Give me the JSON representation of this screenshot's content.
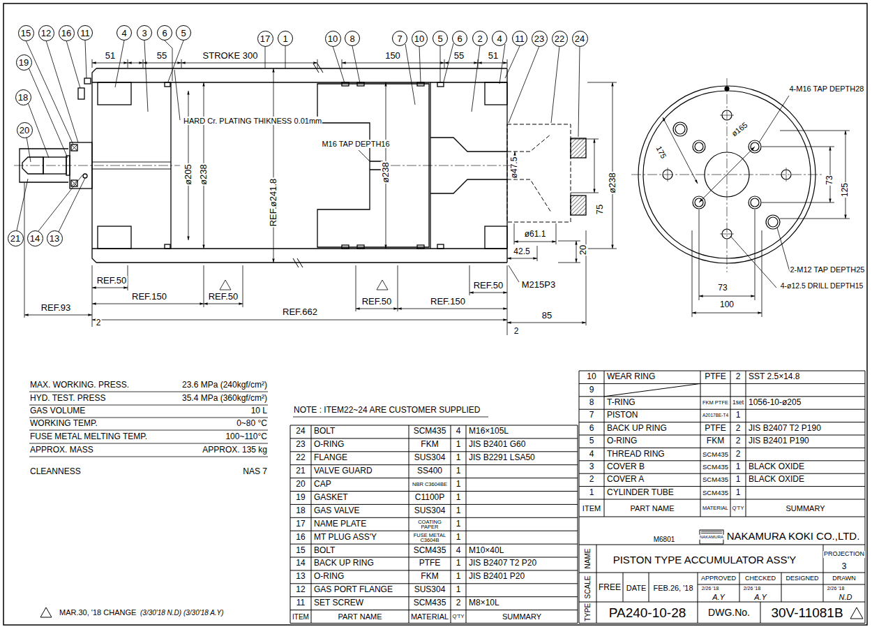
{
  "diagram": {
    "nodes": [
      {
        "text": [
          "15"
        ]
      },
      {
        "text": [
          "12"
        ]
      },
      {
        "text": [
          "16"
        ]
      },
      {
        "text": [
          "11"
        ]
      },
      {
        "text": [
          "4"
        ]
      },
      {
        "text": [
          "3"
        ]
      },
      {
        "text": [
          "6"
        ]
      },
      {
        "text": [
          "5"
        ]
      },
      {
        "text": [
          "17"
        ]
      },
      {
        "text": [
          "1"
        ]
      },
      {
        "text": [
          "10"
        ]
      },
      {
        "text": [
          "8"
        ]
      },
      {
        "text": [
          "7"
        ]
      },
      {
        "text": [
          "10"
        ]
      },
      {
        "text": [
          "5"
        ]
      },
      {
        "text": [
          "6"
        ]
      },
      {
        "text": [
          "2"
        ]
      },
      {
        "text": [
          "4"
        ]
      },
      {
        "text": [
          "11"
        ]
      },
      {
        "text": [
          "23"
        ]
      },
      {
        "text": [
          "22"
        ]
      },
      {
        "text": [
          "24"
        ]
      },
      {
        "text": [
          "19"
        ]
      },
      {
        "text": [
          "18"
        ]
      },
      {
        "text": [
          "20"
        ]
      },
      {
        "text": [
          "21"
        ]
      },
      {
        "text": [
          "14"
        ]
      },
      {
        "text": [
          "13"
        ]
      }
    ],
    "labels": [
      "51",
      "55",
      "STROKE 300",
      "150",
      "55",
      "51",
      "HARD Cr. PLATING THIKNESS 0.01mm",
      "ø205",
      "ø238",
      "REF.ø241.8",
      "M16 TAP DEPTH16",
      "ø238",
      "ø47.5",
      "75",
      "ø238",
      "ø61.1",
      "42.5",
      "20",
      "REF.50",
      "REF.150",
      "REF.50",
      "REF.50",
      "REF.150",
      "REF.50",
      "M215P3",
      "REF.93",
      "REF.662",
      "85",
      "2",
      "2",
      "4-M16 TAP DEPTH28",
      "ø165",
      "175",
      "73",
      "125",
      "2-M12 TAP DEPTH25",
      "4-ø12.5 DRILL DEPTH15",
      "73",
      "100",
      "MAR.30, '18 CHANGE",
      "(3/30'18 N.D) (3/30'18 A.Y)",
      "MAX. WORKING. PRESS.",
      "23.6 MPa (240kgf/cm²)",
      "HYD. TEST. PRESS",
      "35.4 MPa (360kgf/cm²)",
      "GAS VOLUME",
      "10 L",
      "WORKING TEMP.",
      "0~80 °C",
      "FUSE METAL MELTING TEMP.",
      "100~110°C",
      "APPROX. MASS",
      "APPROX. 135 kg",
      "CLEANNESS",
      "NAS 7",
      "NOTE : ITEM22~24 ARE CUSTOMER SUPPLIED",
      "24",
      "BOLT",
      "SCM435",
      "4",
      "M16×105L",
      "23",
      "O-RING",
      "FKM",
      "1",
      "JIS B2401 G60",
      "22",
      "FLANGE",
      "SUS304",
      "1",
      "JIS B2291 LSA50",
      "21",
      "VALVE GUARD",
      "SS400",
      "1",
      "20",
      "CAP",
      "NBR C3604BE",
      "1",
      "19",
      "GASKET",
      "C1100P",
      "1",
      "18",
      "GAS VALVE",
      "SUS304",
      "1",
      "17",
      "NAME PLATE",
      "COATING PAPER",
      "1",
      "16",
      "MT PLUG ASS'Y",
      "FUSE METAL C3604B",
      "1",
      "15",
      "BOLT",
      "SCM435",
      "4",
      "M10×40L",
      "14",
      "BACK UP RING",
      "PTFE",
      "1",
      "JIS B2407 T2 P20",
      "13",
      "O-RING",
      "FKM",
      "1",
      "JIS B2401 P20",
      "12",
      "GAS PORT FLANGE",
      "SUS304",
      "1",
      "11",
      "SET SCREW",
      "SCM435",
      "2",
      "M8×10L",
      "ITEM",
      "PART NAME",
      "MATERIAL",
      "Q'TY",
      "SUMMARY",
      "10",
      "WEAR RING",
      "PTFE",
      "2",
      "SST 2.5×14.8",
      "9",
      "8",
      "T-RING",
      "FKM PTFE",
      "1set",
      "1056-10-ø205",
      "7",
      "PISTON",
      "A2017BE-T4",
      "1",
      "6",
      "BACK UP RING",
      "PTFE",
      "2",
      "JIS B2407 T2 P190",
      "5",
      "O-RING",
      "FKM",
      "2",
      "JIS B2401 P190",
      "4",
      "THREAD RING",
      "SCM435",
      "2",
      "3",
      "COVER B",
      "SCM435",
      "1",
      "BLACK OXIDE",
      "2",
      "COVER A",
      "SCM435",
      "1",
      "BLACK OXIDE",
      "1",
      "CYLINDER TUBE",
      "SCM435",
      "1",
      "ITEM",
      "PART NAME",
      "MATERIAL",
      "Q'TY",
      "SUMMARY",
      "M6801",
      "NAKAMURA",
      "NAKAMURA KOKI CO.,LTD.",
      "NAME",
      "PISTON TYPE ACCUMULATOR ASS'Y",
      "PROJECTION",
      "3",
      "SCALE",
      "FREE",
      "DATE",
      "FEB.26, '18",
      "APPROVED",
      "CHECKED",
      "DESIGNED",
      "DRAWN",
      "2/26 '18",
      "A.Y",
      "2/26 '18",
      "A.Y",
      "2/26 '18",
      "N.D",
      "TYPE",
      "PA240-10-28",
      "DWG.No.",
      "30V-11081B"
    ]
  }
}
